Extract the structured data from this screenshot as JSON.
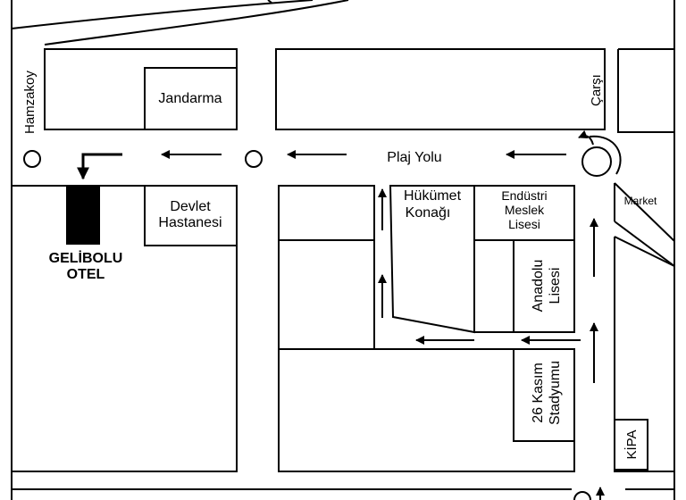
{
  "map": {
    "labels": {
      "hamzakoy": "Hamzakoy",
      "jandarma": "Jandarma",
      "carsi": "Çarşı",
      "plaj_yolu": "Plaj Yolu",
      "market": "Market",
      "devlet_1": "Devlet",
      "devlet_2": "Hastanesi",
      "hukumet_1": "Hükümet",
      "hukumet_2": "Konağı",
      "endustri_1": "Endüstri",
      "endustri_2": "Meslek",
      "endustri_3": "Lisesi",
      "anadolu_1": "Anadolu",
      "anadolu_2": "Lisesi",
      "stadyum_1": "26 Kasım",
      "stadyum_2": "Stadyumu",
      "kipa": "KİPA",
      "hotel_1": "GELİBOLU",
      "hotel_2": "OTEL"
    },
    "colors": {
      "ink": "#000000",
      "paper": "#ffffff"
    }
  }
}
